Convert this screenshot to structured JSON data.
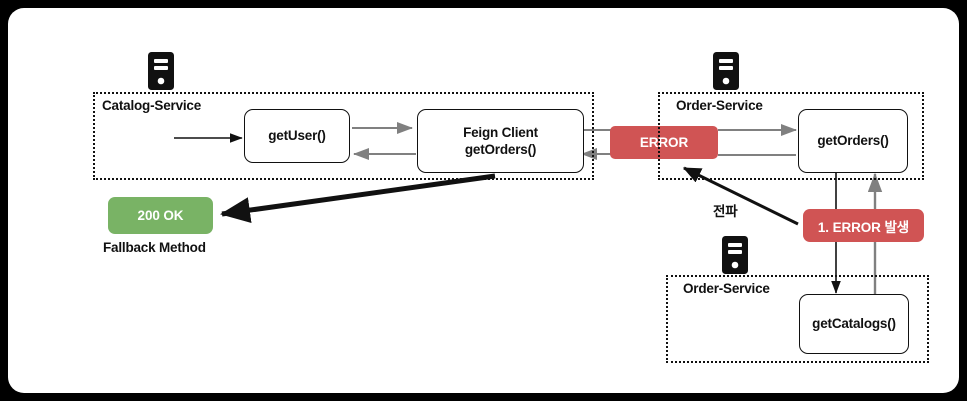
{
  "canvas": {
    "background_color": "#000000",
    "card_color": "#ffffff"
  },
  "colors": {
    "error_red": "#d05454",
    "success_green": "#79b365",
    "stroke_black": "#111111",
    "stroke_gray": "#808080"
  },
  "services": [
    {
      "id": "catalog-service",
      "label": "Catalog-Service",
      "icon": "server-icon"
    },
    {
      "id": "order-service-top",
      "label": "Order-Service",
      "icon": "server-icon"
    },
    {
      "id": "order-service-bottom",
      "label": "Order-Service",
      "icon": "server-icon"
    }
  ],
  "methods": {
    "get_user": "getUser()",
    "feign_client_line1": "Feign Client",
    "feign_client_line2": "getOrders()",
    "get_orders": "getOrders()",
    "get_catalogs": "getCatalogs()"
  },
  "badges": {
    "error": {
      "label": "ERROR",
      "color": "#d05454"
    },
    "error_occurred": {
      "label": "1. ERROR 발생",
      "color": "#d05454"
    },
    "ok": {
      "label": "200 OK",
      "color": "#79b365"
    }
  },
  "annotations": {
    "fallback_method": "Fallback Method",
    "propagation": "전파"
  }
}
